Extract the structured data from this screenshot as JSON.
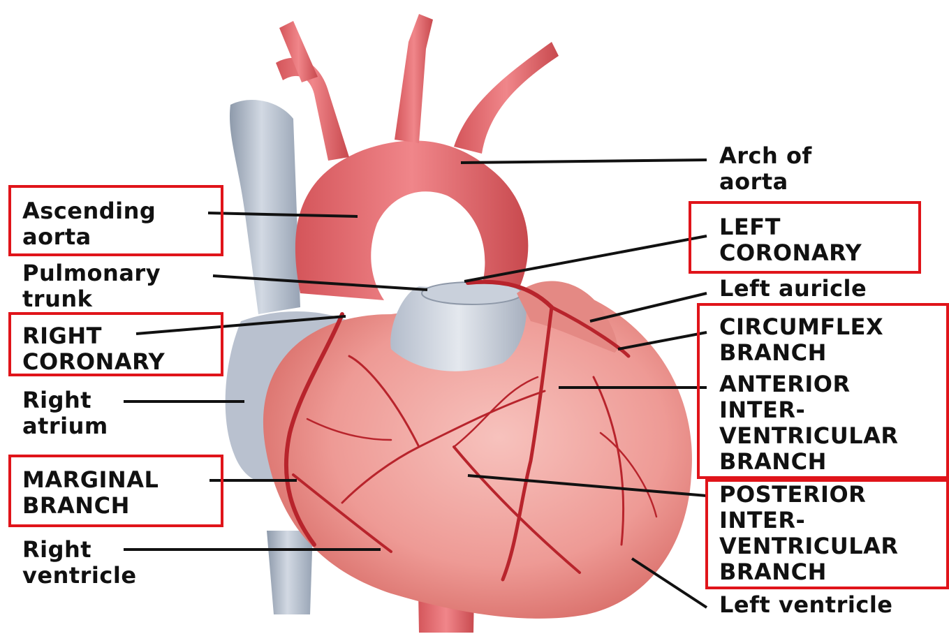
{
  "diagram": {
    "labels": {
      "arch_of_aorta": "Arch of\naorta",
      "ascending_aorta": "Ascending\naorta",
      "left_coronary": "LEFT\nCORONARY",
      "pulmonary_trunk": "Pulmonary\ntrunk",
      "left_auricle": "Left auricle",
      "right_coronary": "RIGHT\nCORONARY",
      "circumflex_branch": "CIRCUMFLEX\nBRANCH",
      "right_atrium": "Right\natrium",
      "anterior_interventricular": "ANTERIOR\nINTER-\nVENTRICULAR\nBRANCH",
      "marginal_branch": "MARGINAL\nBRANCH",
      "posterior_interventricular": "POSTERIOR\nINTER-\nVENTRICULAR\nBRANCH",
      "right_ventricle": "Right\nventricle",
      "left_ventricle": "Left ventricle"
    },
    "highlighted_labels": [
      "ascending_aorta",
      "left_coronary",
      "right_coronary",
      "circumflex_branch",
      "anterior_interventricular",
      "marginal_branch",
      "posterior_interventricular"
    ],
    "colors": {
      "highlight_box": "#e0141a",
      "heart": "#ec8e8e",
      "artery": "#b8242c",
      "vein": "#a9b4c4",
      "leader_line": "#111111"
    }
  }
}
